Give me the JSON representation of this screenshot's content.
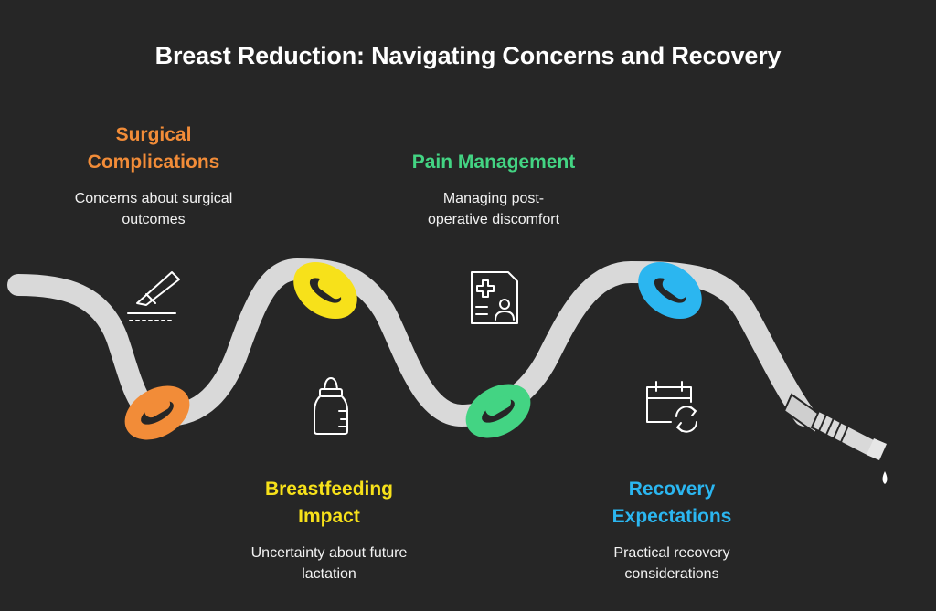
{
  "title": "Breast Reduction: Navigating Concerns and Recovery",
  "steps": [
    {
      "id": "surgical",
      "title_line1": "Surgical",
      "title_line2": "Complications",
      "desc_line1": "Concerns about surgical",
      "desc_line2": "outcomes",
      "color": "#f28c38",
      "icon": "scalpel-icon"
    },
    {
      "id": "breastfeeding",
      "title_line1": "Breastfeeding",
      "title_line2": "Impact",
      "desc_line1": "Uncertainty about future",
      "desc_line2": "lactation",
      "color": "#f7e11a",
      "icon": "baby-bottle-icon"
    },
    {
      "id": "pain",
      "title_line1": "Pain Management",
      "desc_line1": "Managing post-",
      "desc_line2": "operative discomfort",
      "color": "#43d483",
      "icon": "medical-record-icon"
    },
    {
      "id": "recovery",
      "title_line1": "Recovery",
      "title_line2": "Expectations",
      "desc_line1": "Practical recovery",
      "desc_line2": "considerations",
      "color": "#2bb6f0",
      "icon": "calendar-refresh-icon"
    }
  ]
}
